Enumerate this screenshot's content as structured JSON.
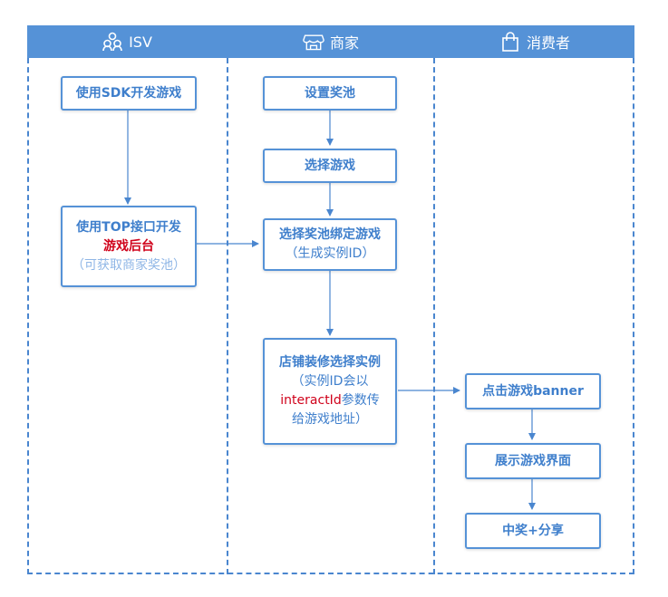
{
  "header": {
    "lanes": [
      {
        "icon": "isv-people-icon",
        "label": "ISV"
      },
      {
        "icon": "storefront-icon",
        "label": "商家"
      },
      {
        "icon": "shopping-bag-icon",
        "label": "消费者"
      }
    ]
  },
  "colors": {
    "header_bg": "#5592d7",
    "box_border": "#5592d7",
    "text": "#3f7fcc",
    "highlight": "#d0021b",
    "light_text": "#8fb6e6"
  },
  "nodes": {
    "isv_1": {
      "text": "使用SDK开发游戏"
    },
    "isv_2": {
      "line1": "使用TOP接口开发",
      "line2": "游戏后台",
      "line3": "（可获取商家奖池）"
    },
    "m_1": {
      "text": "设置奖池"
    },
    "m_2": {
      "text": "选择游戏"
    },
    "m_3": {
      "line1": "选择奖池绑定游戏",
      "line2": "（生成实例ID）"
    },
    "m_4": {
      "line1": "店铺装修选择实例",
      "line2": "（实例ID会以",
      "line3_red": "interactId",
      "line3_rest": "参数传",
      "line4": "给游戏地址）"
    },
    "c_1": {
      "text": "点击游戏banner"
    },
    "c_2": {
      "text": "展示游戏界面"
    },
    "c_3": {
      "text": "中奖+分享"
    }
  }
}
